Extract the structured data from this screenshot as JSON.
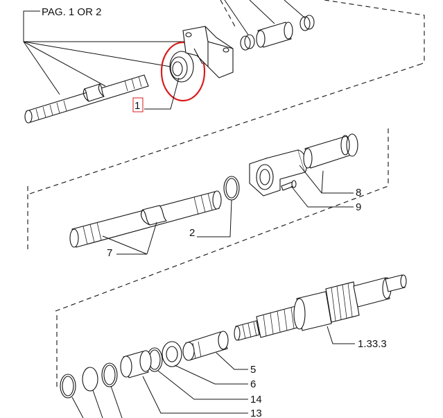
{
  "page_ref": "PAG. 1 OR 2",
  "colors": {
    "highlight": "#d81b1b",
    "ink": "#111111",
    "background": "#ffffff"
  },
  "callouts": {
    "top_ref": "1",
    "mid_seal": "2",
    "mid_shaft": "7",
    "mid_cover": "8",
    "mid_screw": "9",
    "low_bearing": "5",
    "low_washer": "6",
    "low_ring_a": "14",
    "low_ring_b": "13",
    "low_shaft_ref": "1.33.3"
  }
}
